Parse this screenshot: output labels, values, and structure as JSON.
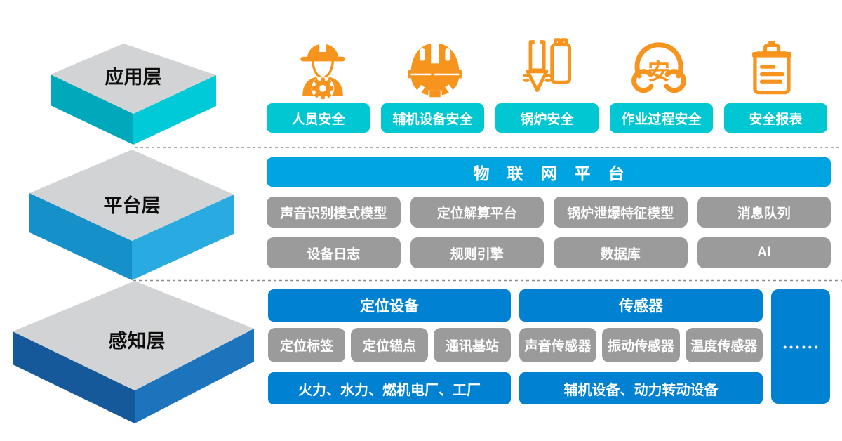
{
  "layers": {
    "application": {
      "label": "应用层"
    },
    "platform": {
      "label": "平台层"
    },
    "perception": {
      "label": "感知层"
    }
  },
  "application_layer": {
    "items": [
      {
        "icon": "worker-safety-icon",
        "label": "人员安全"
      },
      {
        "icon": "helmet-gear-icon",
        "label": "辅机设备安全"
      },
      {
        "icon": "boiler-icon",
        "label": "锅炉安全"
      },
      {
        "icon": "safety-cloud-icon",
        "icon_char": "安",
        "label": "作业过程安全"
      },
      {
        "icon": "report-clipboard-icon",
        "label": "安全报表"
      }
    ]
  },
  "platform_layer": {
    "banner": "物联网平台",
    "modules": [
      "声音识别模式模型",
      "定位解算平台",
      "锅炉泄爆特征模型",
      "消息队列",
      "设备日志",
      "规则引擎",
      "数据库",
      "AI"
    ]
  },
  "perception_layer": {
    "groups": [
      {
        "header": "定位设备",
        "devices": [
          "定位标签",
          "定位锚点",
          "通讯基站"
        ],
        "target": "火力、水力、燃机电厂、工厂"
      },
      {
        "header": "传感器",
        "devices": [
          "声音传感器",
          "振动传感器",
          "温度传感器"
        ],
        "target": "辅机设备、动力转动设备"
      }
    ],
    "more_dots": "••••••"
  },
  "colors": {
    "cyan_button": "#00C7D2",
    "sky_blue_banner": "#00A4E1",
    "deep_blue": "#0081D2",
    "gray_button": "#9B9B9B",
    "icon_orange": "#F7941E",
    "layer_top_gray": "#D2D3D4",
    "layer1_side": "#00C9D8",
    "layer2_side": "#29ABE2",
    "layer3_side": "#1C75BC",
    "dotted_line": "#8C8C8C"
  }
}
